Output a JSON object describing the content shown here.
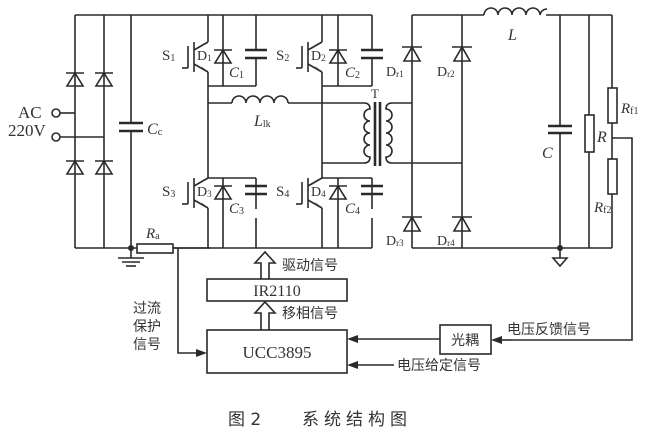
{
  "figure": {
    "caption_num": "图 2",
    "caption_title": "系统结构图"
  },
  "input": {
    "ac_label": "AC",
    "voltage_label": "220V",
    "cap_label": "C",
    "cap_sub": "c",
    "shunt_label": "R",
    "shunt_sub": "a"
  },
  "switches": [
    {
      "s": "S",
      "s_sub": "1",
      "d": "D",
      "d_sub": "1",
      "c": "C",
      "c_sub": "1"
    },
    {
      "s": "S",
      "s_sub": "2",
      "d": "D",
      "d_sub": "2",
      "c": "C",
      "c_sub": "2"
    },
    {
      "s": "S",
      "s_sub": "3",
      "d": "D",
      "d_sub": "3",
      "c": "C",
      "c_sub": "3"
    },
    {
      "s": "S",
      "s_sub": "4",
      "d": "D",
      "d_sub": "4",
      "c": "C",
      "c_sub": "4"
    }
  ],
  "leakage": {
    "label": "L",
    "sub": "lk"
  },
  "transformer": {
    "label": "T"
  },
  "rectifier": [
    {
      "label": "D",
      "sub": "r1"
    },
    {
      "label": "D",
      "sub": "r2"
    },
    {
      "label": "D",
      "sub": "r3"
    },
    {
      "label": "D",
      "sub": "r4"
    }
  ],
  "output": {
    "inductor": "L",
    "cap": "C",
    "load": "R",
    "rf1": "R",
    "rf1_sub": "f1",
    "rf2": "R",
    "rf2_sub": "f2"
  },
  "control": {
    "driver": "IR2110",
    "controller": "UCC3895",
    "optocoupler": "光耦",
    "drive_signal": "驱动信号",
    "phase_signal": "移相信号",
    "overcurrent": [
      "过流",
      "保护",
      "信号"
    ],
    "feedback": "电压反馈信号",
    "reference": "电压给定信号"
  }
}
